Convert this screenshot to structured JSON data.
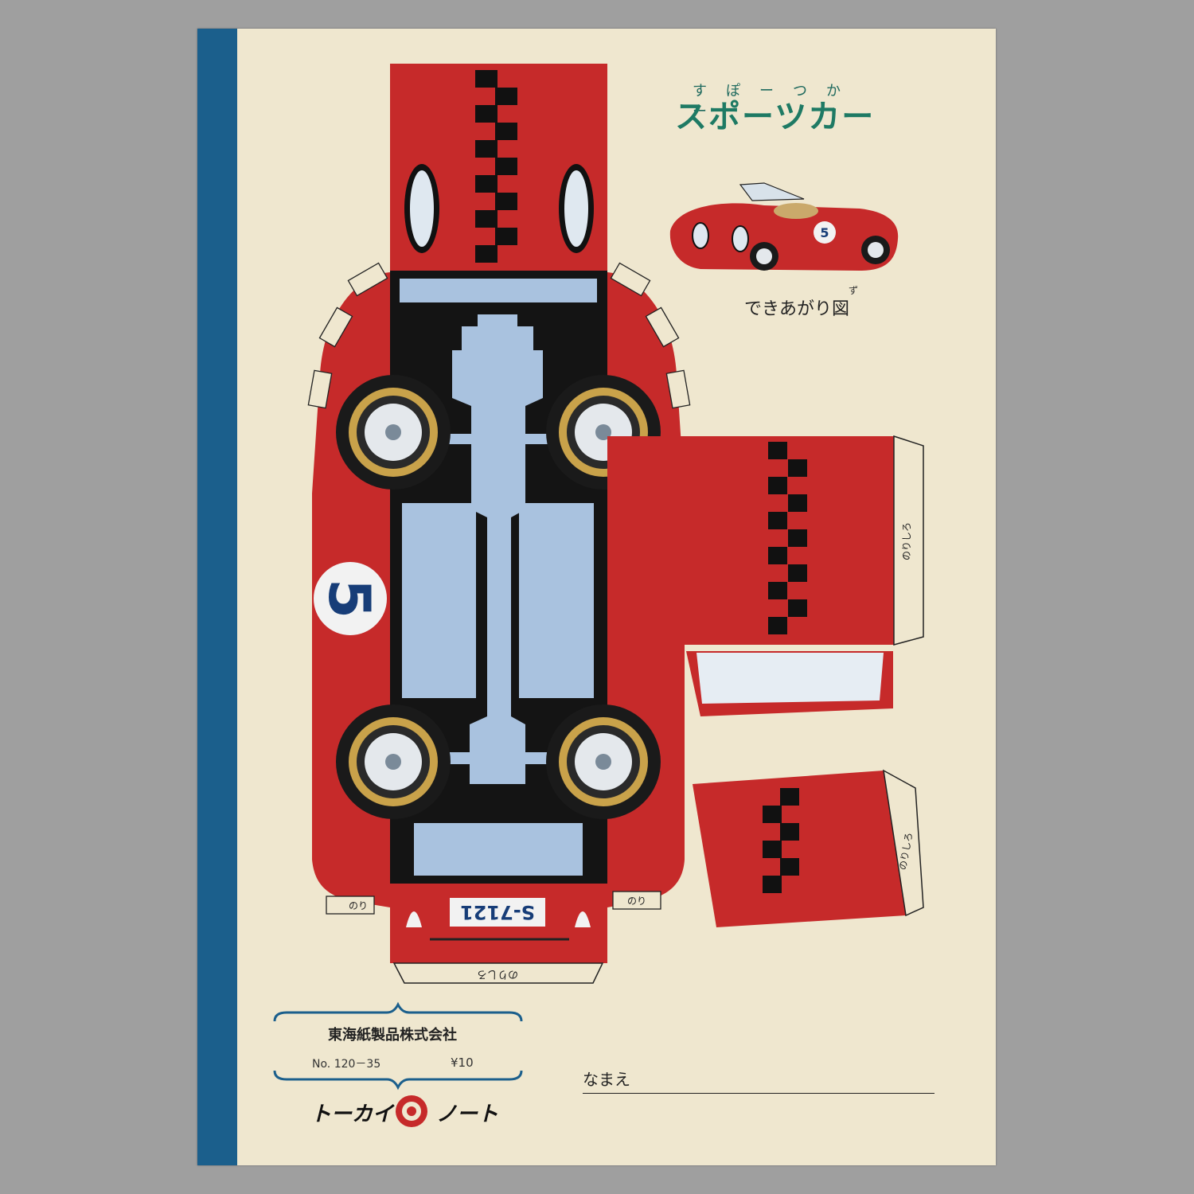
{
  "cover": {
    "title": "スポーツカー",
    "title_ruby": "すぽーつかー",
    "caption": "できあがり図",
    "caption_ruby": "ず",
    "company": "東海紙製品株式会社",
    "catalog_no": "No. 120－35",
    "price": "¥10",
    "name_label": "なまえ",
    "brand_left": "トーカイ",
    "brand_right": "ノート"
  },
  "model": {
    "car_number": "5",
    "plate": "S-7121",
    "glue_tab_short": "のり",
    "glue_tab_long": "のりしろ"
  },
  "colors": {
    "spine": "#1b5f8c",
    "paper": "#efe7cf",
    "car_red": "#c62a2a",
    "chassis_blue": "#a9c2df",
    "title_green": "#1e7a64"
  }
}
